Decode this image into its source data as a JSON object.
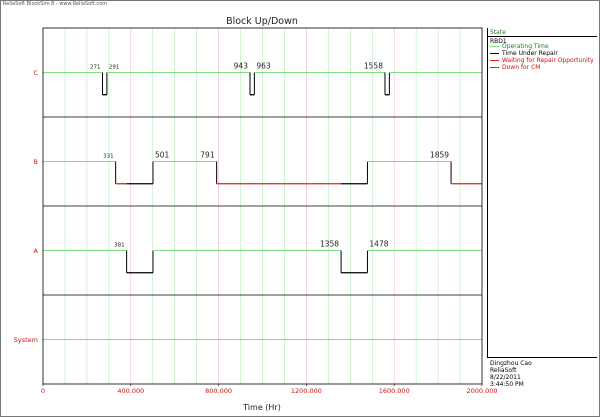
{
  "app_header": "ReliaSoft BlockSim 8 - www.ReliaSoft.com",
  "chart_data": {
    "type": "timeline",
    "title": "Block Up/Down",
    "xlabel": "Time (Hr)",
    "xlim": [
      0,
      2000
    ],
    "x_ticks": [
      0,
      400,
      800,
      1200,
      1600,
      2000
    ],
    "x_tick_labels": [
      "0",
      "400.000",
      "800.000",
      "1200.000",
      "1600.000",
      "2000.000"
    ],
    "rows": [
      {
        "name": "C",
        "segments": [
          {
            "start": 0,
            "end": 271,
            "state": "operating"
          },
          {
            "start": 271,
            "end": 291,
            "state": "repair"
          },
          {
            "start": 291,
            "end": 943,
            "state": "operating"
          },
          {
            "start": 943,
            "end": 963,
            "state": "repair"
          },
          {
            "start": 963,
            "end": 1558,
            "state": "operating"
          },
          {
            "start": 1558,
            "end": 1578,
            "state": "repair"
          },
          {
            "start": 1578,
            "end": 2000,
            "state": "operating"
          }
        ],
        "labels": [
          "271",
          "291",
          "943",
          "963",
          "1558"
        ]
      },
      {
        "name": "B",
        "segments": [
          {
            "start": 0,
            "end": 331,
            "state": "operating"
          },
          {
            "start": 331,
            "end": 381,
            "state": "waiting"
          },
          {
            "start": 381,
            "end": 501,
            "state": "repair"
          },
          {
            "start": 501,
            "end": 791,
            "state": "operating"
          },
          {
            "start": 791,
            "end": 1358,
            "state": "waiting"
          },
          {
            "start": 1358,
            "end": 1478,
            "state": "repair"
          },
          {
            "start": 1478,
            "end": 1859,
            "state": "operating"
          },
          {
            "start": 1859,
            "end": 2000,
            "state": "waiting"
          }
        ],
        "labels": [
          "331",
          "501",
          "791",
          "1859"
        ]
      },
      {
        "name": "A",
        "segments": [
          {
            "start": 0,
            "end": 381,
            "state": "operating"
          },
          {
            "start": 381,
            "end": 501,
            "state": "repair"
          },
          {
            "start": 501,
            "end": 1358,
            "state": "operating"
          },
          {
            "start": 1358,
            "end": 1478,
            "state": "repair"
          },
          {
            "start": 1478,
            "end": 2000,
            "state": "operating"
          }
        ],
        "labels": [
          "381",
          "1358",
          "1478"
        ]
      },
      {
        "name": "System",
        "segments": [
          {
            "start": 0,
            "end": 2000,
            "state": "operating"
          }
        ],
        "labels": []
      }
    ],
    "grid": true
  },
  "legend": {
    "title": "State",
    "subtitle": "RBD1",
    "items": [
      {
        "label": "Operating Time",
        "color": "#7ee07e",
        "text_color": "#1a7f1a"
      },
      {
        "label": "Time Under Repair",
        "color": "#000000",
        "text_color": "#000000"
      },
      {
        "label": "Waiting for Repair Opportunity",
        "color": "#e02020",
        "text_color": "#d01010"
      },
      {
        "label": "Down for CM",
        "color": "#e02020",
        "text_color": "#d01010"
      }
    ]
  },
  "info": {
    "user": "Dingzhou Cao",
    "company": "ReliaSoft",
    "date": "8/22/2011",
    "time": "3:44:50 PM"
  },
  "colors": {
    "operating": "#7ee07e",
    "repair": "#000000",
    "waiting": "#e02020",
    "row_label": "#d01010",
    "grid_minor": "#b8eab8",
    "grid_major": "#f0b8c8"
  }
}
